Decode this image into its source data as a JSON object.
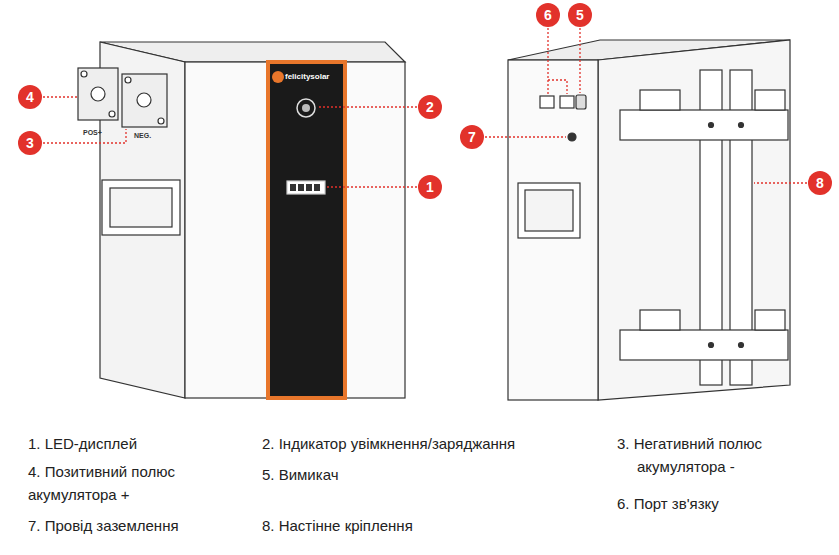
{
  "diagram": {
    "nodes": [
      {
        "text": [
          "6"
        ]
      },
      {
        "text": [
          "5"
        ]
      },
      {
        "text": [
          "4"
        ]
      },
      {
        "text": [
          "2"
        ]
      },
      {
        "text": [
          "7"
        ]
      },
      {
        "text": [
          "3"
        ]
      },
      {
        "text": [
          "8"
        ]
      },
      {
        "text": [
          "1"
        ]
      }
    ],
    "labels": [
      "felicitysolar",
      "POS+",
      "NEG.",
      "1. LED-дисплей",
      "2. Індикатор увімкнення/заряджання",
      "3. Негативний полюс акумулятора -",
      "4. Позитивний полюс акумулятора +",
      "5. Вимикач",
      "6. Порт зв'язку",
      "7. Провід заземлення",
      "8. Настінне кріплення"
    ]
  }
}
